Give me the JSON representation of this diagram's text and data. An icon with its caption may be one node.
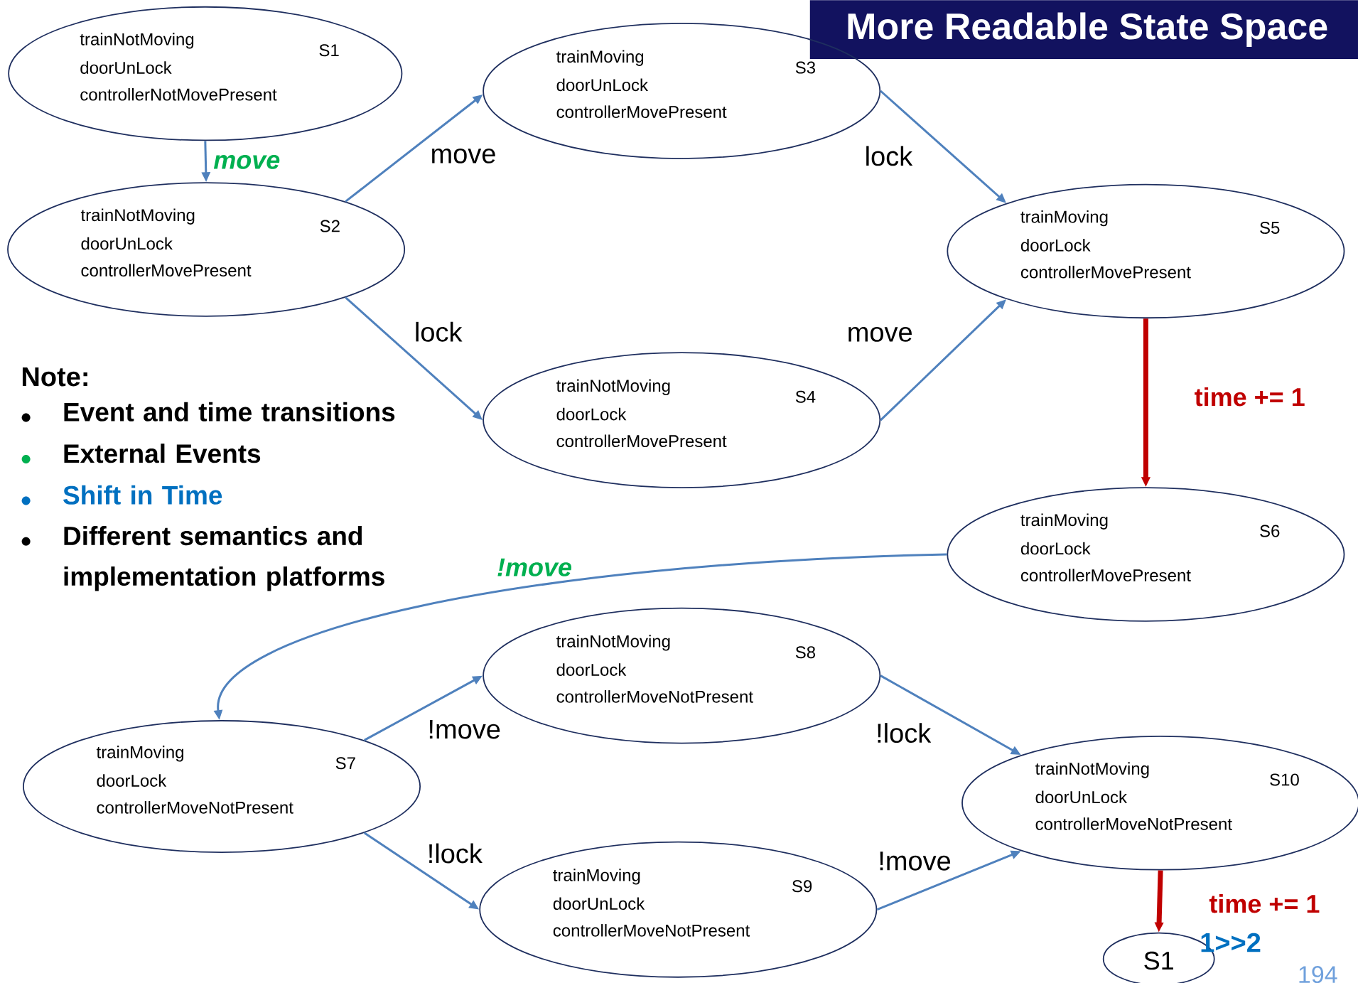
{
  "diagram": {
    "title": "More Readable State Space",
    "nodes": [
      {
        "text": [
          "trainNotMoving",
          "doorUnLock",
          "controllerNotMovePresent",
          "S1"
        ]
      },
      {
        "text": [
          "trainNotMoving",
          "doorUnLock",
          "controllerMovePresent",
          "S2"
        ]
      },
      {
        "text": [
          "trainMoving",
          "doorUnLock",
          "controllerMovePresent",
          "S3"
        ]
      },
      {
        "text": [
          "trainNotMoving",
          "doorLock",
          "controllerMovePresent",
          "S4"
        ]
      },
      {
        "text": [
          "trainMoving",
          "doorLock",
          "controllerMovePresent",
          "S5"
        ]
      },
      {
        "text": [
          "trainMoving",
          "doorLock",
          "controllerMovePresent",
          "S6"
        ]
      },
      {
        "text": [
          "trainMoving",
          "doorLock",
          "controllerMoveNotPresent",
          "S7"
        ]
      },
      {
        "text": [
          "trainNotMoving",
          "doorLock",
          "controllerMoveNotPresent",
          "S8"
        ]
      },
      {
        "text": [
          "trainMoving",
          "doorUnLock",
          "controllerMoveNotPresent",
          "S9"
        ]
      },
      {
        "text": [
          "trainNotMoving",
          "doorUnLock",
          "controllerMoveNotPresent",
          "S10"
        ]
      },
      {
        "text": [
          "S1"
        ]
      }
    ],
    "edges": [
      {
        "from": 0,
        "to": 1,
        "arrow": "to",
        "label": "move"
      },
      {
        "from": 1,
        "to": 2,
        "arrow": "to",
        "label": "move"
      },
      {
        "from": 1,
        "to": 3,
        "arrow": "to",
        "label": "lock"
      },
      {
        "from": 2,
        "to": 4,
        "arrow": "to",
        "label": "lock"
      },
      {
        "from": 3,
        "to": 4,
        "arrow": "to",
        "label": "move"
      },
      {
        "from": 4,
        "to": 5,
        "arrow": "to",
        "label": "time += 1",
        "style": "thick",
        "color": "#c00000"
      },
      {
        "from": 5,
        "to": 6,
        "arrow": "to",
        "label": "!move"
      },
      {
        "from": 6,
        "to": 7,
        "arrow": "to",
        "label": "!move"
      },
      {
        "from": 6,
        "to": 8,
        "arrow": "to",
        "label": "!lock"
      },
      {
        "from": 7,
        "to": 9,
        "arrow": "to",
        "label": "!lock"
      },
      {
        "from": 8,
        "to": 9,
        "arrow": "to",
        "label": "!move"
      },
      {
        "from": 9,
        "to": 10,
        "arrow": "to",
        "label": "time += 1",
        "style": "thick",
        "color": "#c00000"
      }
    ],
    "labels": [
      "Note:",
      "1>>2",
      "194"
    ],
    "legend": [
      {
        "text": "Event and time transitions",
        "color": "#000000"
      },
      {
        "text": "External Events",
        "color": "#00b050"
      },
      {
        "text": "Shift in Time",
        "color": "#0070c0"
      },
      {
        "text": "Different semantics and implementation platforms",
        "color": "#000000"
      }
    ]
  }
}
